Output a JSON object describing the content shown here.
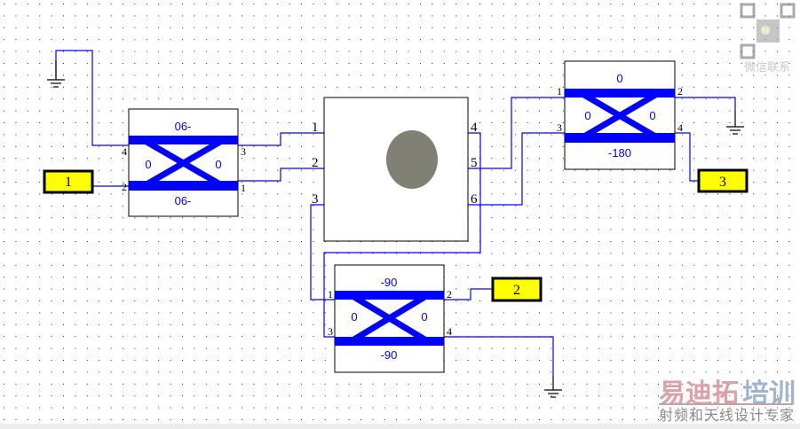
{
  "hybrid_left": {
    "top_phase": "06-",
    "bottom_phase": "06-",
    "left_phase": "0",
    "right_phase": "0",
    "ports": [
      "4",
      "2",
      "3",
      "1"
    ]
  },
  "hybrid_right": {
    "top_phase": "0",
    "bottom_phase": "-180",
    "left_phase": "0",
    "right_phase": "0",
    "ports": [
      "1",
      "3",
      "2",
      "4"
    ]
  },
  "hybrid_bottom": {
    "top_phase": "-90",
    "bottom_phase": "-90",
    "left_phase": "0",
    "right_phase": "0",
    "ports": [
      "1",
      "3",
      "2",
      "4"
    ]
  },
  "center_block": {
    "ports": [
      "1",
      "2",
      "3",
      "4",
      "5",
      "6"
    ]
  },
  "io_ports": [
    "1",
    "2",
    "3"
  ],
  "watermark": {
    "qr_caption": "微信联系",
    "logo_red": "易迪拓",
    "logo_blue": "培训",
    "tagline": "射频和天线设计专家"
  },
  "colors": {
    "wire": "#0000ff",
    "port_fill": "#ffff00",
    "watermark_red": "#dca0a8",
    "watermark_blue": "#a0b4d0"
  }
}
